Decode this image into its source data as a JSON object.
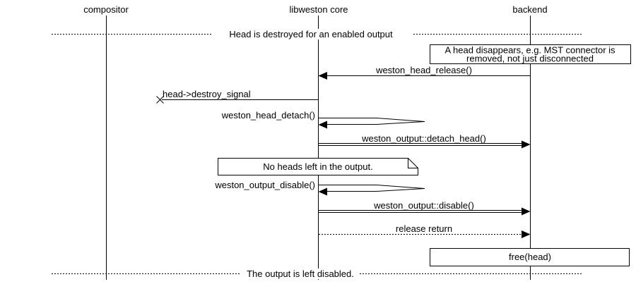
{
  "diagram": {
    "kind": "sequence-diagram",
    "colors": {
      "foreground": "#000000",
      "background": "#ffffff"
    },
    "actors": {
      "compositor": "compositor",
      "libweston": "libweston core",
      "backend": "backend"
    },
    "dividers": {
      "top": "Head is destroyed for an enabled output",
      "bottom": "The output is left disabled."
    },
    "notes": {
      "head_disappears_line1": "A head disappears, e.g. MST connector is",
      "head_disappears_line2": "removed, not just disconnected",
      "no_heads": "No heads left in the output.",
      "free_head": "free(head)"
    },
    "messages": {
      "head_release": "weston_head_release()",
      "destroy_signal": "head->destroy_signal",
      "head_detach": "weston_head_detach()",
      "detach_head": "weston_output::detach_head()",
      "output_disable": "weston_output_disable()",
      "disable": "weston_output::disable()",
      "release_return": "release return"
    }
  }
}
